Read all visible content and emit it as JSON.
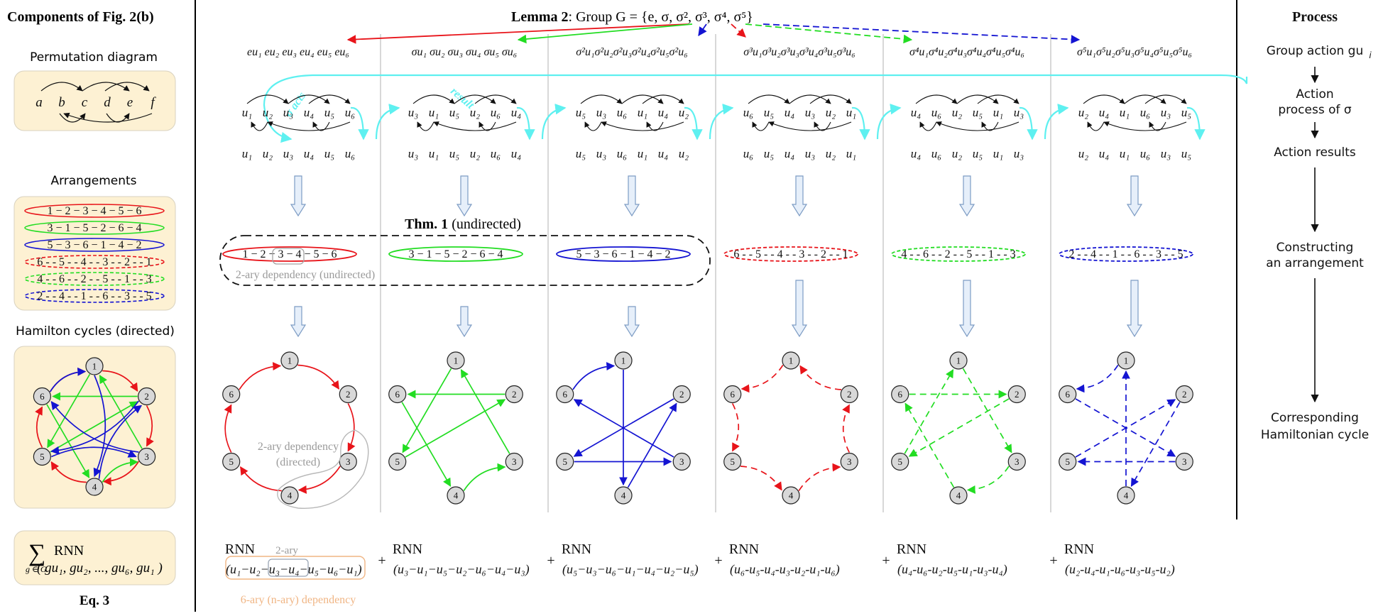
{
  "left": {
    "header": "Components of Fig. 2(b)",
    "perm_title": "Permutation diagram",
    "perm_letters": [
      "a",
      "b",
      "c",
      "d",
      "e",
      "f"
    ],
    "arr_title": "Arrangements",
    "arrangements": [
      "1 − 2 − 3 − 4 − 5 − 6",
      "3 − 1 − 5 − 2 − 6 − 4",
      "5 − 3 − 6 − 1 − 4 − 2",
      "6 - - 5 - - 4 - - 3 - - 2 - - 1",
      "4 - - 6 - - 2 - - 5 - - 1 - - 3",
      "2 - - 4 - - 1 - - 6 - - 3 - - 5"
    ],
    "ham_title": "Hamilton cycles (directed)",
    "sum_label": "RNN",
    "sum_sub": "g ∈ G",
    "sum_args": "( gu₁, gu₂, ..., gu₆, gu₁ )",
    "eq": "Eq. 3"
  },
  "lemma": {
    "bold": "Lemma 2",
    "text": ": Group G = {e, σ, σ², σ³, σ⁴, σ⁵}"
  },
  "group_rows": [
    "eu₁ eu₂ eu₃ eu₄ eu₅ eu₆",
    "σu₁ σu₂ σu₃ σu₄ σu₅ σu₆",
    "σ²u₁σ²u₂σ²u₃σ²u₄σ²u₅σ²u₆",
    "σ³u₁σ³u₂σ³u₃σ³u₄σ³u₅σ³u₆",
    "σ⁴u₁σ⁴u₂σ⁴u₃σ⁴u₄σ⁴u₅σ⁴u₆",
    "σ⁵u₁σ⁵u₂σ⁵u₃σ⁵u₄σ⁵u₅σ⁵u₆"
  ],
  "sigma_acts": "σ acts",
  "result": "result",
  "perm_rows": [
    [
      "u₁",
      "u₂",
      "u₃",
      "u₄",
      "u₅",
      "u₆"
    ],
    [
      "u₃",
      "u₁",
      "u₅",
      "u₂",
      "u₆",
      "u₄"
    ],
    [
      "u₅",
      "u₃",
      "u₆",
      "u₁",
      "u₄",
      "u₂"
    ],
    [
      "u₆",
      "u₅",
      "u₄",
      "u₃",
      "u₂",
      "u₁"
    ],
    [
      "u₄",
      "u₆",
      "u₂",
      "u₅",
      "u₁",
      "u₃"
    ],
    [
      "u₂",
      "u₄",
      "u₁",
      "u₆",
      "u₃",
      "u₅"
    ]
  ],
  "result_rows": [
    [
      "u₁",
      "u₂",
      "u₃",
      "u₄",
      "u₅",
      "u₆"
    ],
    [
      "u₃",
      "u₁",
      "u₅",
      "u₂",
      "u₆",
      "u₄"
    ],
    [
      "u₅",
      "u₃",
      "u₆",
      "u₁",
      "u₄",
      "u₂"
    ],
    [
      "u₆",
      "u₅",
      "u₄",
      "u₃",
      "u₂",
      "u₁"
    ],
    [
      "u₄",
      "u₆",
      "u₂",
      "u₅",
      "u₁",
      "u₃"
    ],
    [
      "u₂",
      "u₄",
      "u₁",
      "u₆",
      "u₃",
      "u₅"
    ]
  ],
  "thm": {
    "bold": "Thm. 1",
    "rest": " (undirected)"
  },
  "arr_labels": [
    "1 − 2 − 3 − 4 − 5 − 6",
    "3 − 1 − 5 − 2 − 6 − 4",
    "5 − 3 − 6 − 1 − 4 − 2",
    "6 - - 5 - - 4 - - 3 - - 2 - - 1",
    "4 - - 6 - - 2 - - 5 - - 1 - - 3",
    "2 - - 4 - - 1 - - 6 - - 3 - - 5"
  ],
  "dep_undirected": "2-ary dependency (undirected)",
  "dep_directed": [
    "2-ary dependency",
    "(directed)"
  ],
  "node_labels": [
    "1",
    "2",
    "3",
    "4",
    "5",
    "6"
  ],
  "cycles": [
    [
      1,
      2,
      3,
      4,
      5,
      6
    ],
    [
      3,
      1,
      5,
      2,
      6,
      4
    ],
    [
      5,
      3,
      6,
      1,
      4,
      2
    ],
    [
      6,
      5,
      4,
      3,
      2,
      1
    ],
    [
      4,
      6,
      2,
      5,
      1,
      3
    ],
    [
      2,
      4,
      1,
      6,
      3,
      5
    ]
  ],
  "rnn": {
    "label": "RNN",
    "plus": "+",
    "two_ary": "2-ary",
    "six_ary": "6-ary (n-ary) dependency",
    "seqs": [
      "(u₁−u₂−u₃−u₄−u₅−u₆−u₁)",
      "(u₃−u₁−u₅−u₂−u₆−u₄−u₃)",
      "(u₅−u₃−u₆−u₁−u₄−u₂−u₅)",
      "(u₆-u₅-u₄-u₃-u₂-u₁-u₆)",
      "(u₄-u₆-u₂-u₅-u₁-u₃-u₄)",
      "(u₂-u₄-u₁-u₆-u₃-u₅-u₂)"
    ]
  },
  "process": {
    "header": "Process",
    "steps": [
      "Group action gu",
      "Action",
      "process of σ",
      "Action results",
      "Constructing",
      "an arrangement",
      "Corresponding",
      "Hamiltonian cycle"
    ],
    "gu_sub": "i"
  },
  "colors": [
    "#e8141a",
    "#22dd22",
    "#1414d2",
    "#e8141a",
    "#22dd22",
    "#1414d2"
  ],
  "accent_cyan": "#5ef0f0",
  "panel_fill": "#fdf1d3"
}
